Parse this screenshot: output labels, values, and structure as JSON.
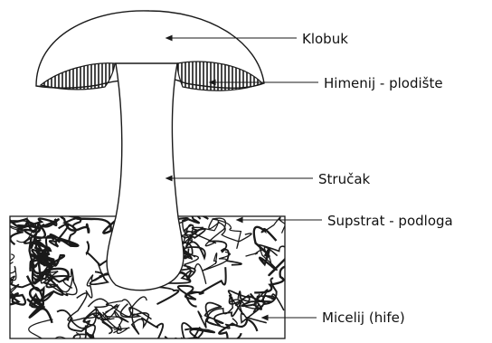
{
  "labels": {
    "cap": "Klobuk",
    "hymenium": "Himenij - plodište",
    "stipe": "Stručak",
    "substrate": "Supstrat - podloga",
    "mycelium": "Micelij (hife)"
  },
  "colors": {
    "ink": "#1a1a1a",
    "background": "#ffffff"
  }
}
